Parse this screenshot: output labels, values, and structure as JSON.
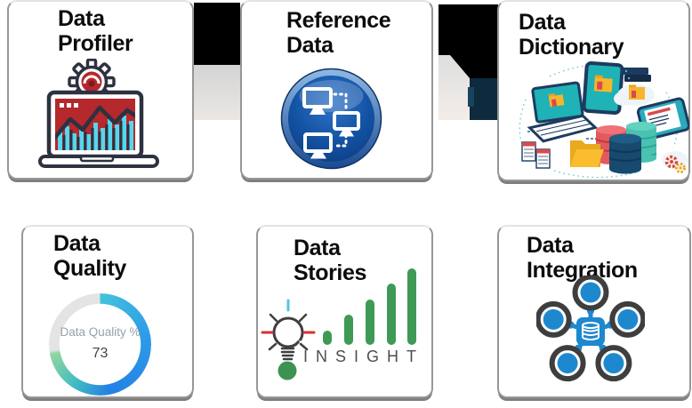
{
  "page": {
    "background": "#ffffff",
    "title_color": "#0c0c0c",
    "card_border_color": "#979797"
  },
  "cards": [
    {
      "title": "Data\nProfiler",
      "icon": "laptop-chart-gear-icon",
      "icon_colors": {
        "outline": "#2e3140",
        "red": "#b5282c",
        "cyan": "#55d7ec"
      }
    },
    {
      "title": "Reference\nData",
      "icon": "networked-computers-icon",
      "icon_colors": {
        "button_blue": "#1353a4",
        "glyph": "#ffffff"
      }
    },
    {
      "title": "Data\nDictionary",
      "icon": "data-assets-illustration",
      "icon_colors": {
        "teal": "#1fb2b6",
        "navy": "#1d3b5f",
        "yellow": "#f7b52b",
        "red": "#d94a4e"
      }
    },
    {
      "title": "Data\nQuality",
      "icon": "quality-gauge",
      "gauge": {
        "label": "Data Quality %",
        "value": "73",
        "percent": 73,
        "start_color": "#2f9ae8",
        "end_color": "#90d6a1",
        "track_color": "#e4e4e4"
      }
    },
    {
      "title": "Data\nStories",
      "icon": "insight-lightbulb-logo",
      "logo": {
        "text": "INSIGHT",
        "bar_heights": [
          16,
          34,
          51,
          69,
          86
        ],
        "bar_color": "#3f9a55",
        "dot_color": "#3d9352"
      }
    },
    {
      "title": "Data\nIntegration",
      "icon": "hub-spoke-database-icon",
      "icon_colors": {
        "blue": "#1e88cf",
        "ring": "#3e3e3e"
      }
    }
  ]
}
